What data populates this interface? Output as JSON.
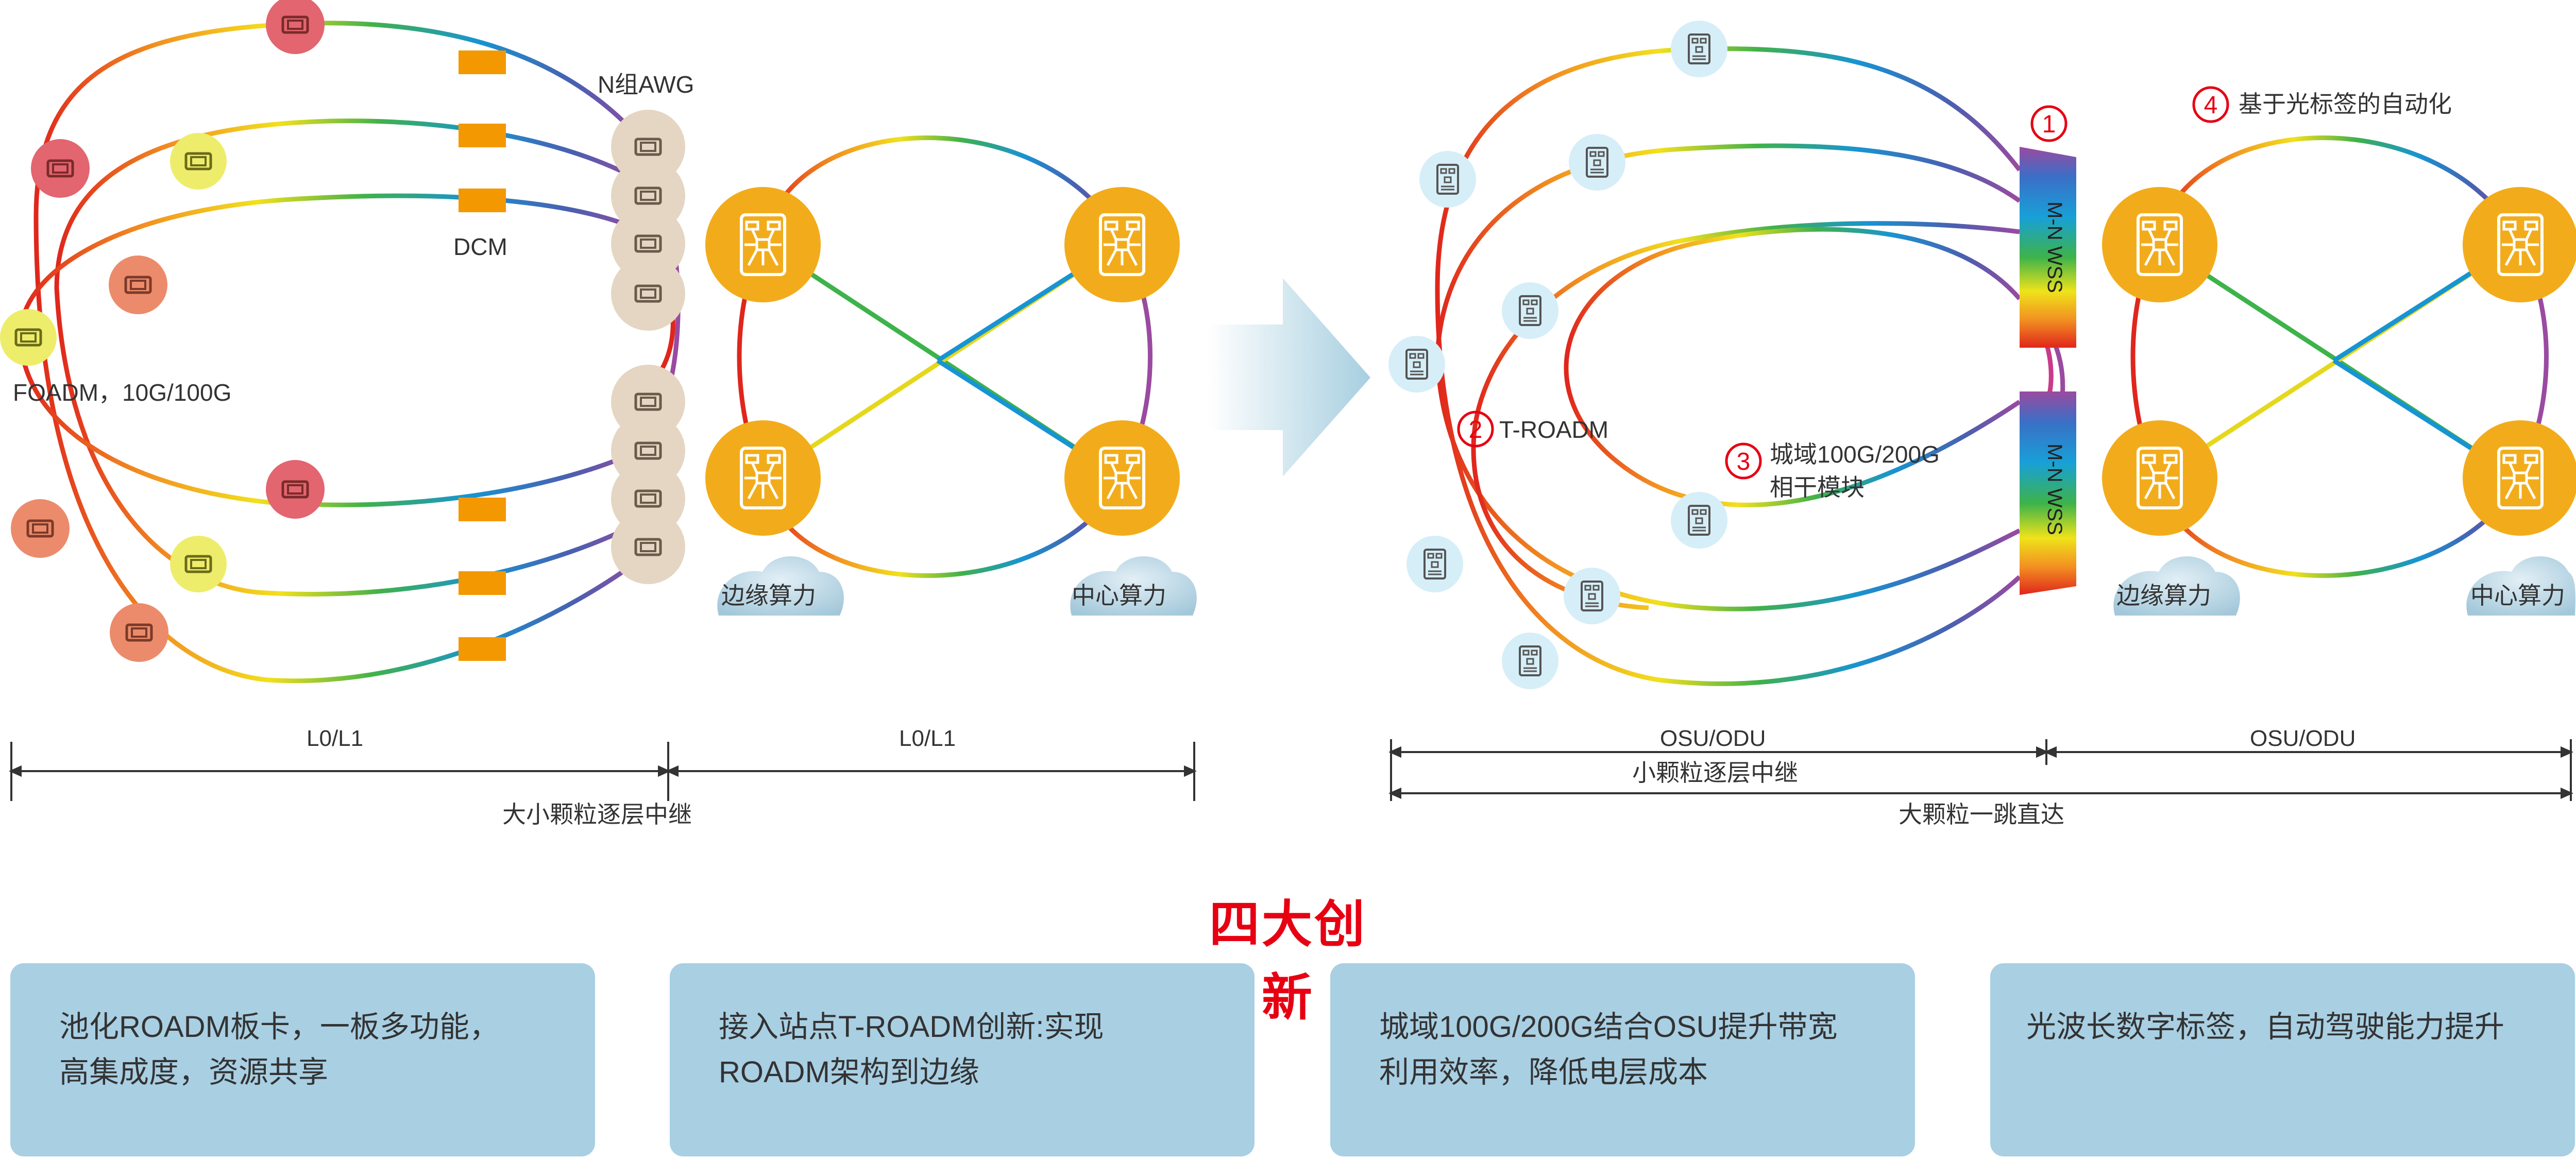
{
  "left_diagram": {
    "labels": {
      "n_awg": "N组AWG",
      "dcm": "DCM",
      "foadm": "FOADM，10G/100G"
    },
    "clouds": {
      "edge": "边缘算力",
      "center": "中心算力"
    },
    "scale": {
      "seg1": "L0/L1",
      "seg2": "L0/L1",
      "caption": "大小颗粒逐层中继"
    }
  },
  "right_diagram": {
    "callouts": [
      {
        "num": "1",
        "text": ""
      },
      {
        "num": "2",
        "text": "T-ROADM"
      },
      {
        "num": "3",
        "text": "城域100G/200G",
        "text2": "相干模块"
      },
      {
        "num": "4",
        "text": "基于光标签的自动化"
      }
    ],
    "wss_label": "M-N WSS",
    "clouds": {
      "edge": "边缘算力",
      "center": "中心算力"
    },
    "scale": {
      "seg1": "OSU/ODU",
      "seg2": "OSU/ODU",
      "caption1": "小颗粒逐层中继",
      "caption2": "大颗粒一跳直达"
    }
  },
  "innovations": {
    "title": "四大创新",
    "cards": [
      {
        "line1": "池化ROADM板卡，一板多功能，",
        "line2": "高集成度，资源共享"
      },
      {
        "line1": "接入站点T-ROADM创新:实现",
        "line2": "ROADM架构到边缘"
      },
      {
        "line1": "城域100G/200G结合OSU提升带宽",
        "line2": "利用效率，降低电层成本"
      },
      {
        "line1": "光波长数字标签，自动驾驶能力提升",
        "line2": ""
      }
    ]
  },
  "colors": {
    "accent_red": "#e60012",
    "hub_yellow": "#f2ac1b",
    "card_blue": "#a9cfe3",
    "dcm_orange": "#f39800",
    "arrow_blue": "#b9d9e6"
  }
}
